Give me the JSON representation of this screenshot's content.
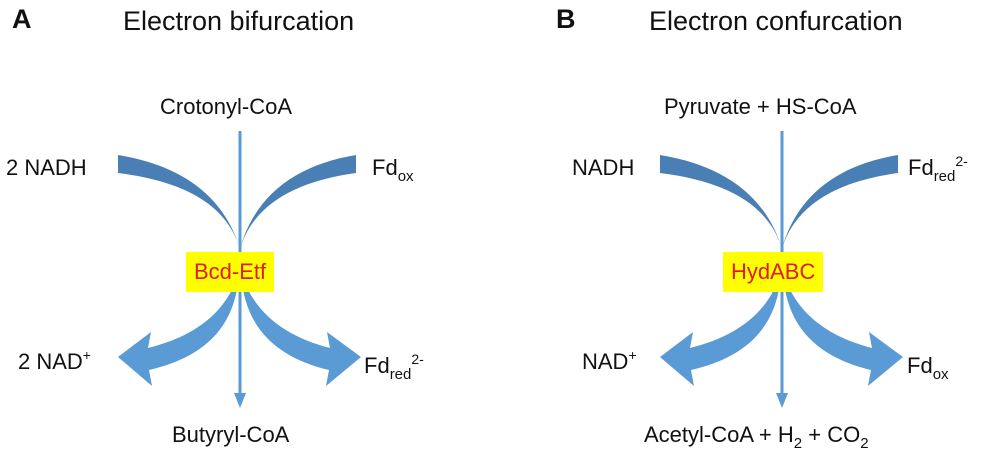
{
  "colors": {
    "arrow_dark": "#4a7fb5",
    "arrow_light": "#5b9bd5",
    "enzyme_bg": "#ffff00",
    "enzyme_text": "#e01b24"
  },
  "panel_a": {
    "letter": "A",
    "title": "Electron bifurcation",
    "substrate": "Crotonyl-CoA",
    "product": "Butyryl-CoA",
    "in_left": "2 NADH",
    "in_right": {
      "base": "Fd",
      "sub": "ox",
      "sup": ""
    },
    "out_left": {
      "base": "2 NAD",
      "sup": "+"
    },
    "out_right": {
      "base": "Fd",
      "sub": "red",
      "sup": "2-"
    },
    "enzyme": "Bcd-Etf"
  },
  "panel_b": {
    "letter": "B",
    "title": "Electron confurcation",
    "substrate": "Pyruvate + HS-CoA",
    "product": {
      "part1": "Acetyl-CoA + H",
      "sub1": "2",
      "part2": " + CO",
      "sub2": "2"
    },
    "in_left": "NADH",
    "in_right": {
      "base": "Fd",
      "sub": "red",
      "sup": "2-"
    },
    "out_left": {
      "base": "NAD",
      "sup": "+"
    },
    "out_right": {
      "base": "Fd",
      "sub": "ox",
      "sup": ""
    },
    "enzyme": "HydABC"
  }
}
